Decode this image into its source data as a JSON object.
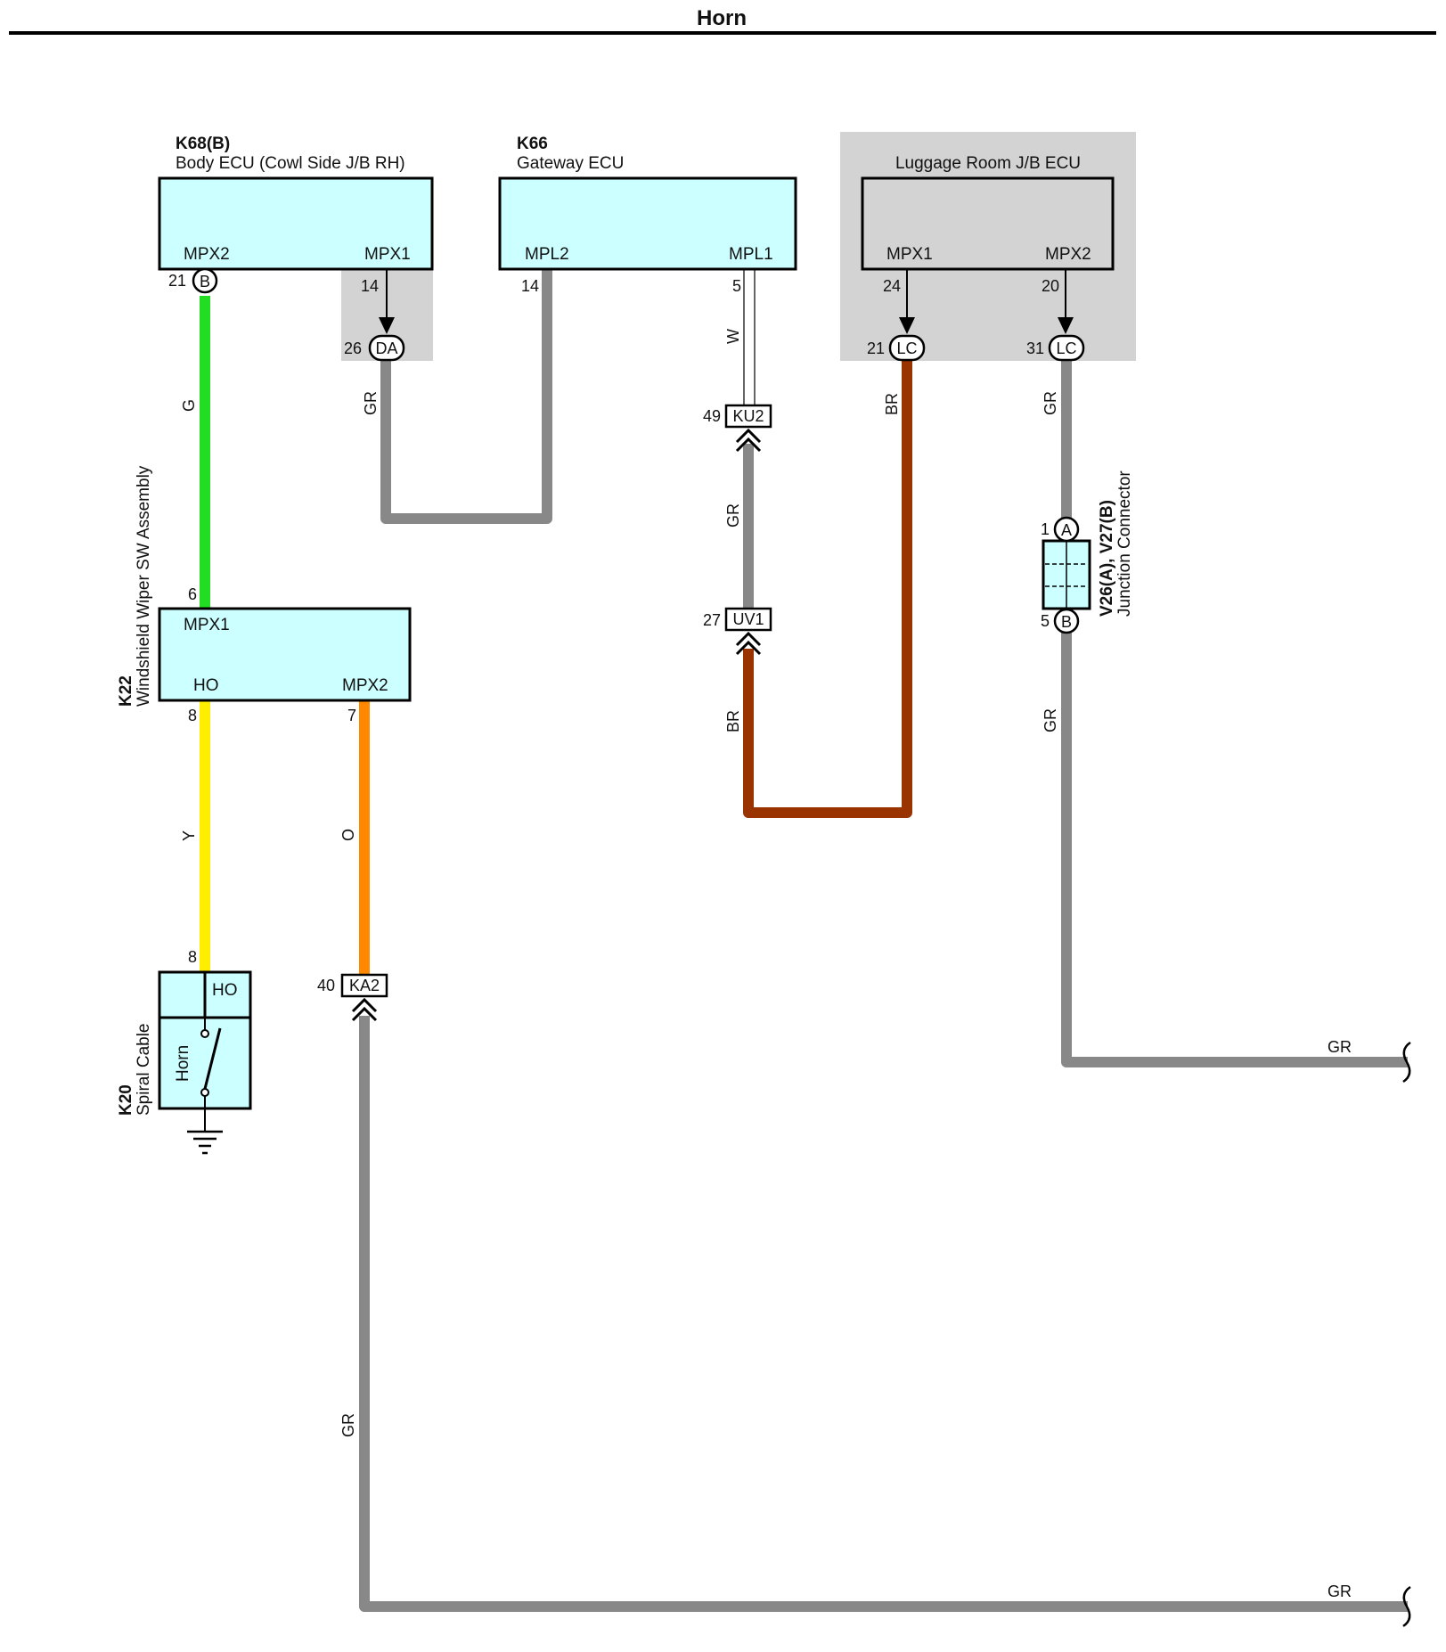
{
  "title": "Horn",
  "colors": {
    "ecu_fill": "#ccffff",
    "jb_fill": "#d3d3d3",
    "G": "#22dd22",
    "GR": "#888888",
    "Y": "#ffee00",
    "O": "#ff8800",
    "BR": "#993300",
    "W": "#ffffff"
  },
  "components": {
    "k68": {
      "code": "K68(B)",
      "name": "Body ECU (Cowl Side J/B RH)",
      "pin_left": "MPX2",
      "pin_right": "MPX1"
    },
    "k66": {
      "code": "K66",
      "name": "Gateway ECU",
      "pin_left": "MPL2",
      "pin_right": "MPL1"
    },
    "luggage": {
      "name": "Luggage Room J/B ECU",
      "pin_left": "MPX1",
      "pin_right": "MPX2"
    },
    "k22": {
      "code": "K22",
      "name": "Windshield Wiper SW Assembly",
      "pin_top": "MPX1",
      "pin_left": "HO",
      "pin_right": "MPX2"
    },
    "k20": {
      "code": "K20",
      "name": "Spiral Cable",
      "pin": "HO",
      "switch": "Horn"
    },
    "v26": {
      "code": "V26(A), V27(B)",
      "name": "Junction Connector"
    }
  },
  "connectors": {
    "b_k68": "B",
    "da": "DA",
    "lc1": "LC",
    "lc2": "LC",
    "ku2": "KU2",
    "uv1": "UV1",
    "ka2": "KA2",
    "v_a": "A",
    "v_b": "B"
  },
  "pins": {
    "k68_21": "21",
    "k68_14": "14",
    "da_26": "26",
    "k66_14": "14",
    "k66_5": "5",
    "lug_24": "24",
    "lug_20": "20",
    "lc_21": "21",
    "lc_31": "31",
    "ku2_49": "49",
    "uv1_27": "27",
    "v_1": "1",
    "v_5": "5",
    "k22_6": "6",
    "k22_8": "8",
    "k22_7": "7",
    "k20_8": "8",
    "ka2_40": "40"
  },
  "wires": {
    "g": "G",
    "gr_da": "GR",
    "w": "W",
    "gr_ku": "GR",
    "br_lc": "BR",
    "br_uv": "BR",
    "gr_lc": "GR",
    "gr_v": "GR",
    "y": "Y",
    "o": "O",
    "gr_ka": "GR",
    "gr_out1": "GR",
    "gr_out2": "GR"
  }
}
